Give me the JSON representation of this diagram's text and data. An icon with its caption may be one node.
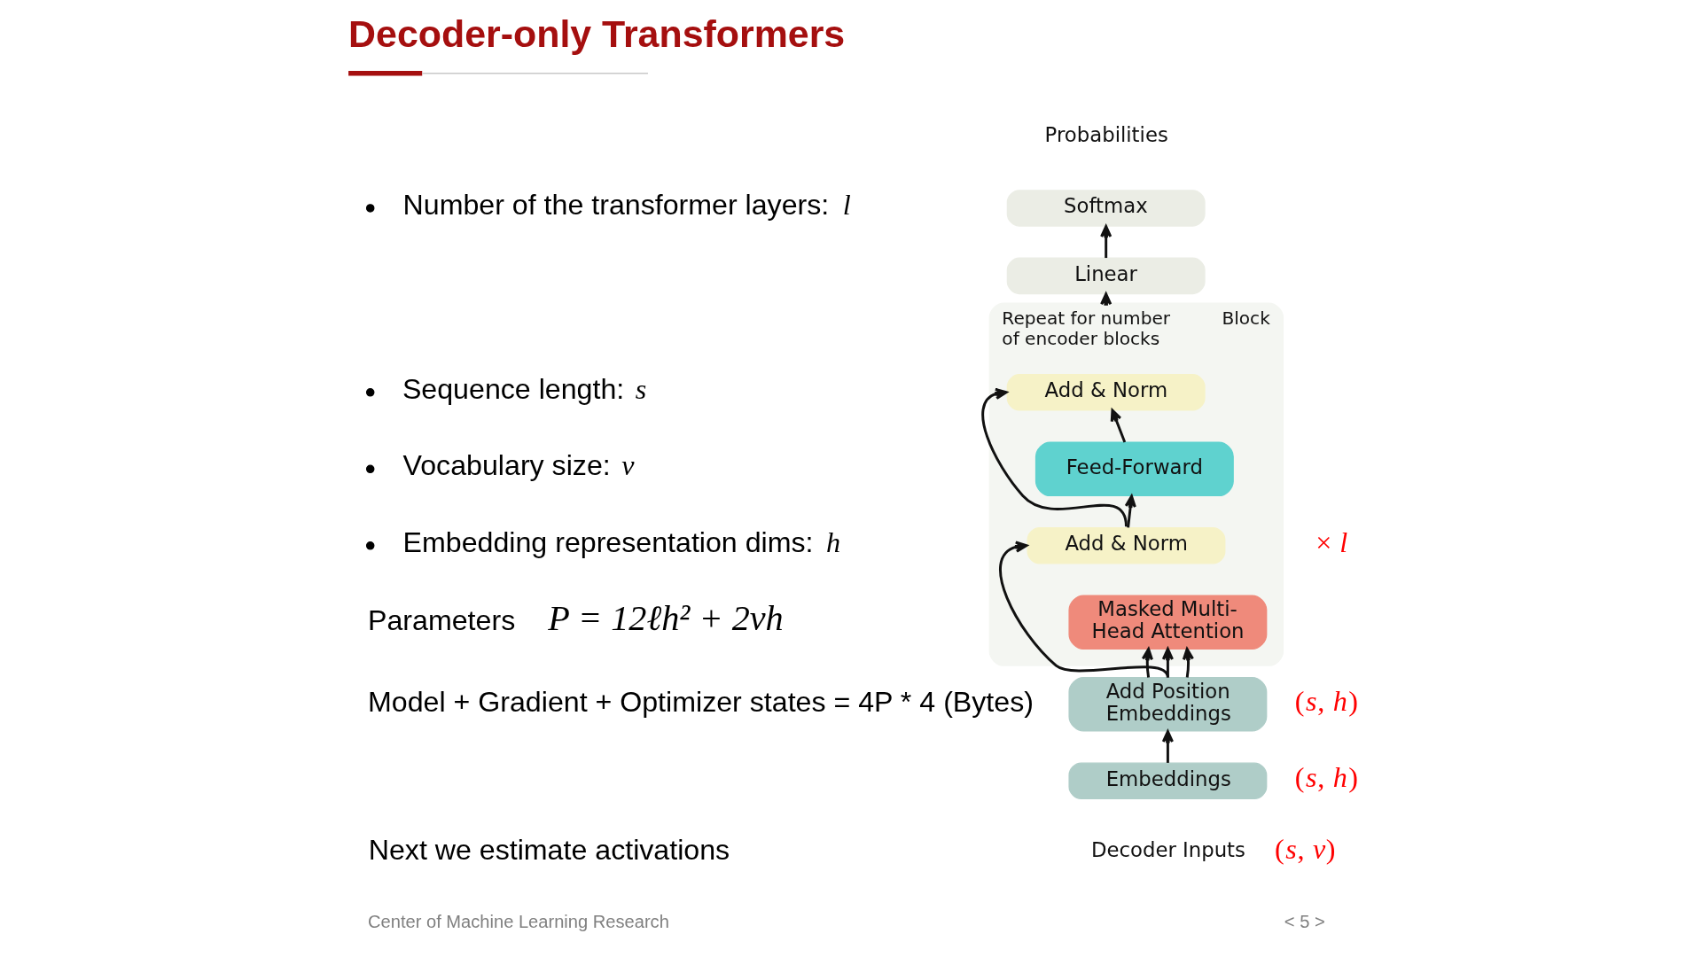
{
  "diagram": {
    "title": "Decoder-only Transformers",
    "nodes": [
      {
        "text": [
          "Softmax"
        ]
      },
      {
        "text": [
          "Linear"
        ]
      },
      {
        "text": [
          "Repeat for number of encoder blocks",
          "Block"
        ]
      },
      {
        "text": [
          "Add & Norm"
        ],
        "in": 2
      },
      {
        "text": [
          "Feed-Forward"
        ],
        "in": 2
      },
      {
        "text": [
          "Add & Norm"
        ],
        "in": 2
      },
      {
        "text": [
          "Masked Multi-Head Attention"
        ],
        "in": 2
      },
      {
        "text": [
          "Add Position Embeddings"
        ]
      },
      {
        "text": [
          "Embeddings"
        ]
      }
    ],
    "edges": [
      {
        "from": 1,
        "to": 0,
        "arrow": "to"
      },
      {
        "from": 2,
        "to": 1,
        "arrow": "to"
      },
      {
        "from": 4,
        "to": 3,
        "arrow": "to"
      },
      {
        "from": 5,
        "to": 4,
        "arrow": "to"
      },
      {
        "from": 5,
        "to": 3,
        "arrow": "to"
      },
      {
        "from": 7,
        "to": 6,
        "arrow": "to"
      },
      {
        "from": 7,
        "to": 6,
        "arrow": "to"
      },
      {
        "from": 7,
        "to": 6,
        "arrow": "to"
      },
      {
        "from": 7,
        "to": 5,
        "arrow": "to"
      },
      {
        "from": 8,
        "to": 7,
        "arrow": "to"
      }
    ],
    "labels": [
      "Number of the transformer layers: *l*",
      "Sequence length: *s*",
      "Vocabulary size: *v*",
      "Embedding representation dims: *h*",
      "Parameters",
      "P = 12ℓh² + 2vh",
      "Model + Gradient + Optimizer states = 4P * 4 (Bytes)",
      "Next we estimate activations",
      "Probabilities",
      "× *l*",
      "(*s*, *h*)",
      "(*s*, *h*)",
      "Decoder Inputs",
      "(*s*, *v*)",
      "Center of Machine Learning Research",
      "< 5 >"
    ]
  }
}
